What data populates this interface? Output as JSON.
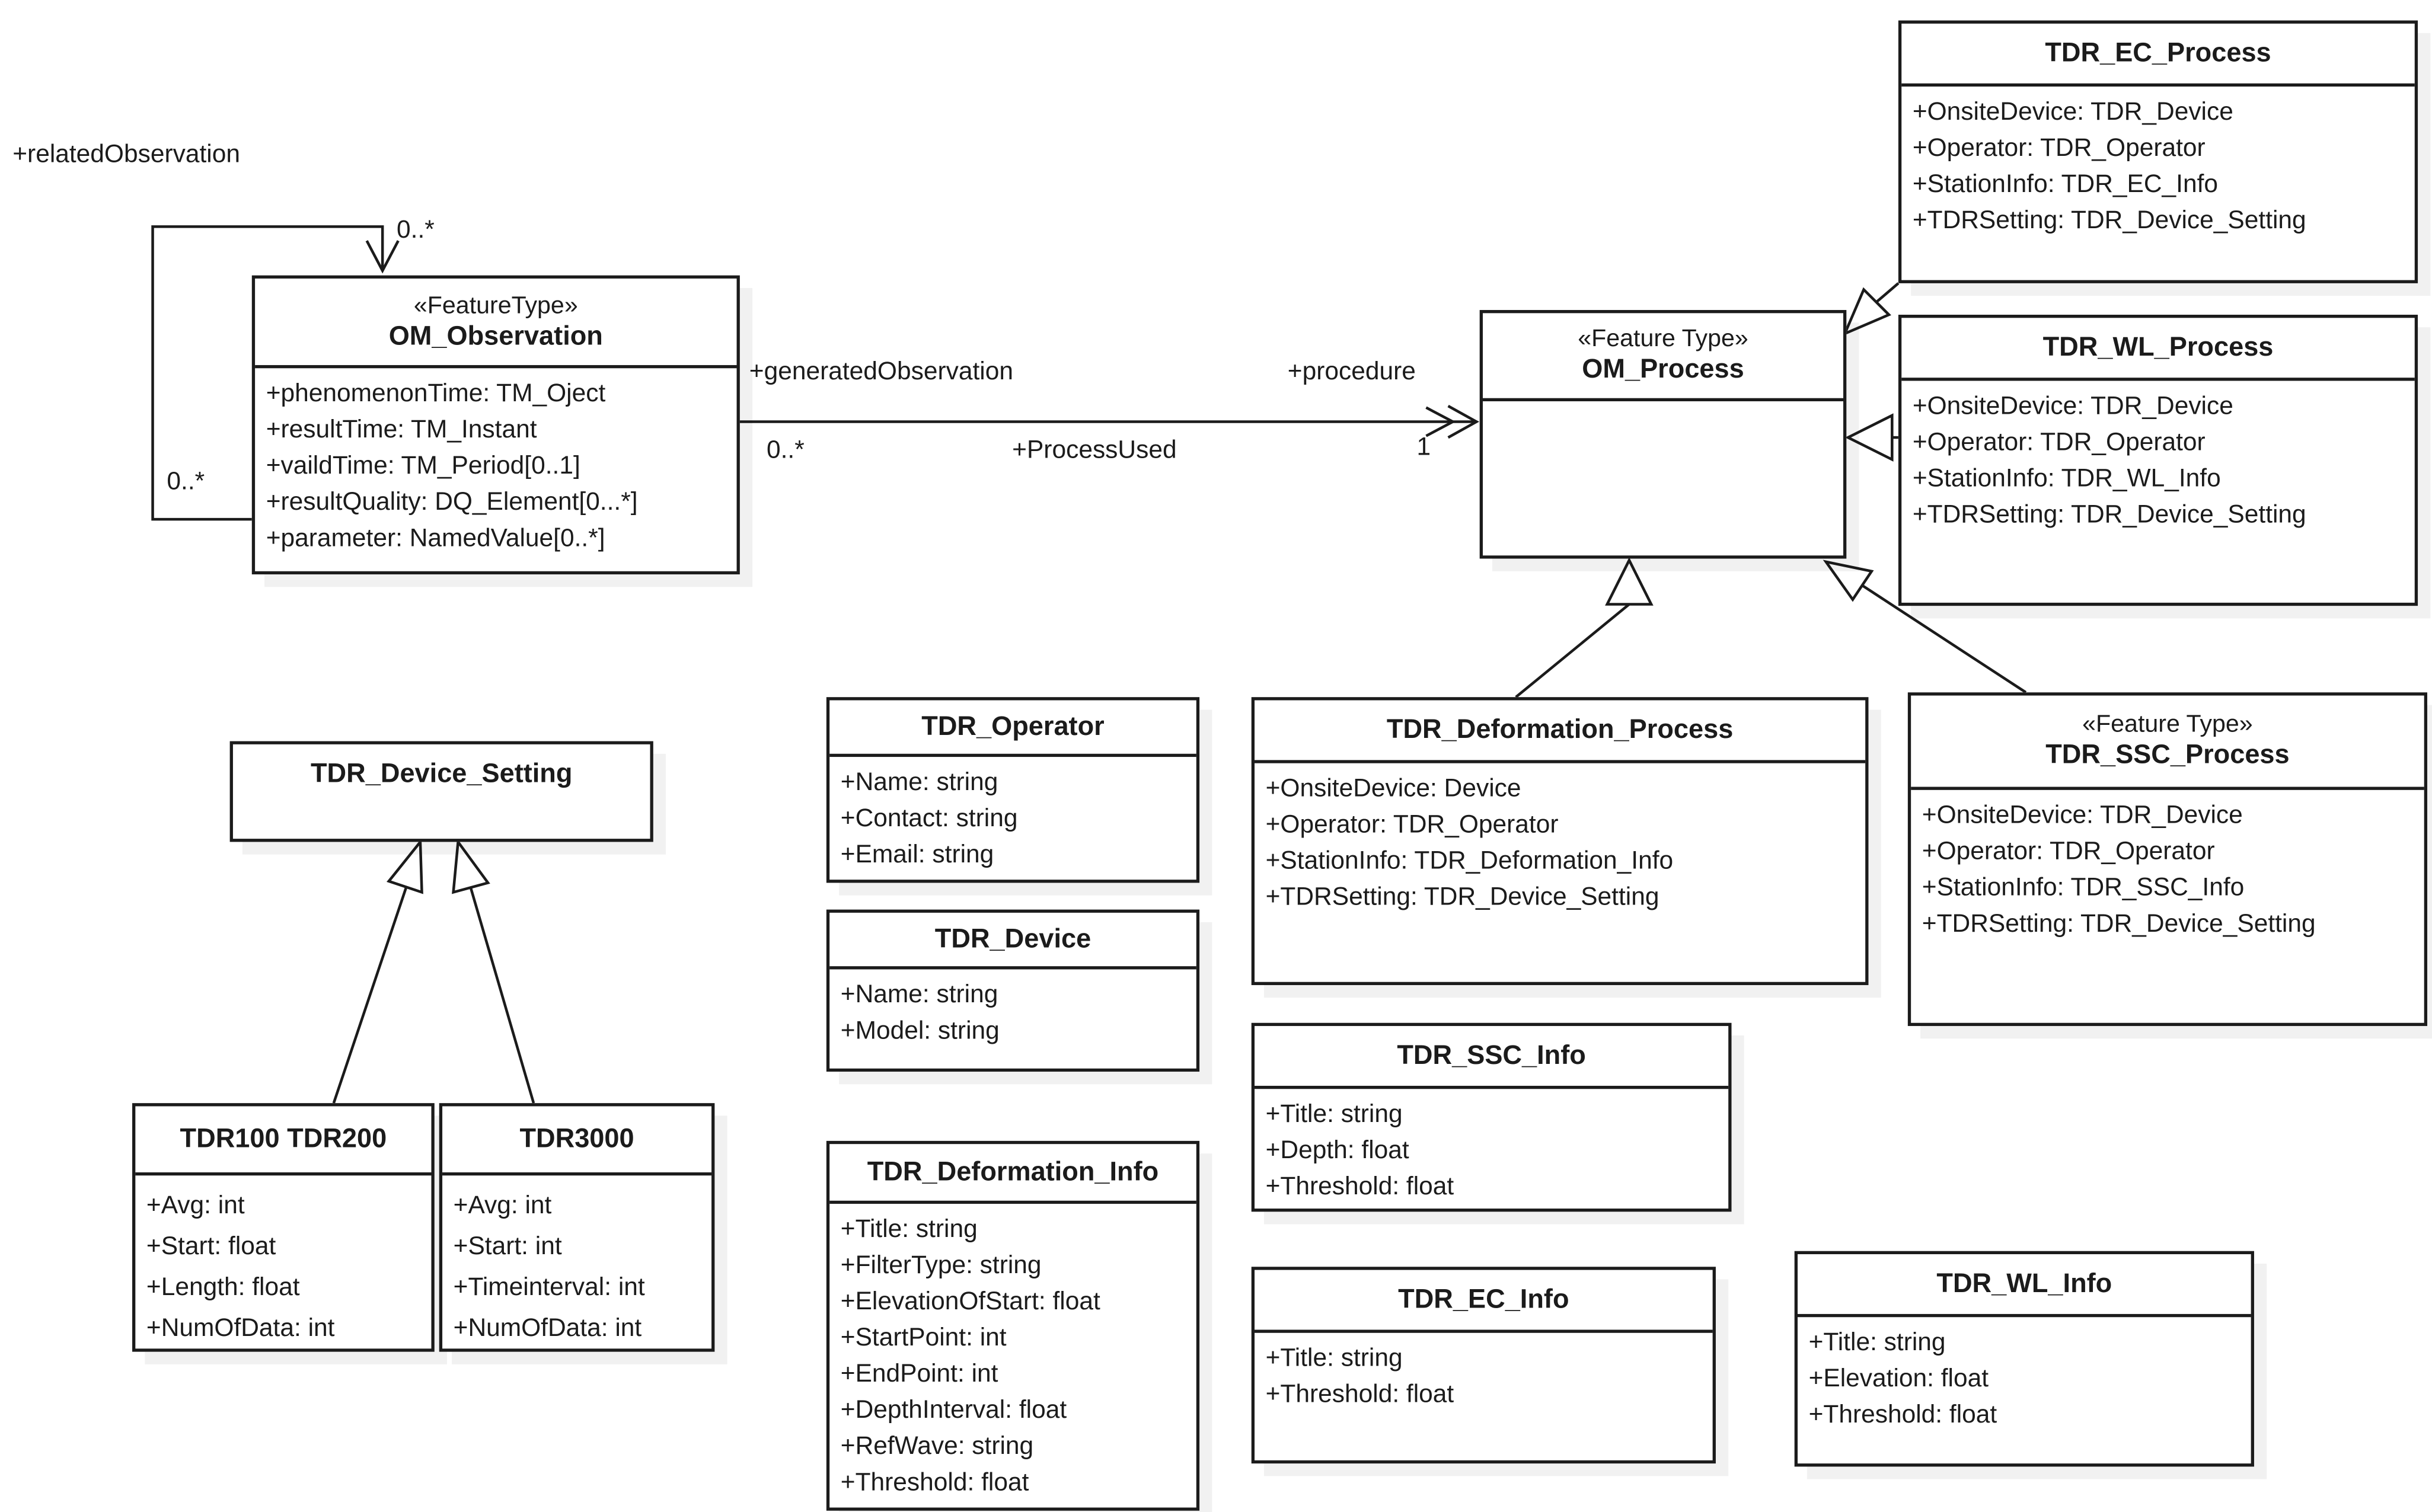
{
  "classes": {
    "om_observation": {
      "stereotype": "«FeatureType»",
      "name": "OM_Observation",
      "attributes": [
        "+phenomenonTime: TM_Oject",
        "+resultTime: TM_Instant",
        "+vaildTime: TM_Period[0..1]",
        "+resultQuality: DQ_Element[0...*]",
        "+parameter: NamedValue[0..*]"
      ]
    },
    "om_process": {
      "stereotype": "«Feature Type»",
      "name": "OM_Process",
      "attributes": []
    },
    "tdr_ec_process": {
      "name": "TDR_EC_Process",
      "attributes": [
        "+OnsiteDevice: TDR_Device",
        "+Operator: TDR_Operator",
        "+StationInfo: TDR_EC_Info",
        "+TDRSetting: TDR_Device_Setting"
      ]
    },
    "tdr_wl_process": {
      "name": "TDR_WL_Process",
      "attributes": [
        "+OnsiteDevice: TDR_Device",
        "+Operator: TDR_Operator",
        "+StationInfo: TDR_WL_Info",
        "+TDRSetting: TDR_Device_Setting"
      ]
    },
    "tdr_deformation_process": {
      "name": "TDR_Deformation_Process",
      "attributes": [
        "+OnsiteDevice: Device",
        "+Operator: TDR_Operator",
        "+StationInfo: TDR_Deformation_Info",
        "+TDRSetting: TDR_Device_Setting"
      ]
    },
    "tdr_ssc_process": {
      "stereotype": "«Feature Type»",
      "name": "TDR_SSC_Process",
      "attributes": [
        "+OnsiteDevice: TDR_Device",
        "+Operator: TDR_Operator",
        "+StationInfo: TDR_SSC_Info",
        "+TDRSetting: TDR_Device_Setting"
      ]
    },
    "tdr_operator": {
      "name": "TDR_Operator",
      "attributes": [
        "+Name: string",
        "+Contact: string",
        "+Email: string"
      ]
    },
    "tdr_device": {
      "name": "TDR_Device",
      "attributes": [
        "+Name: string",
        "+Model: string"
      ]
    },
    "tdr_device_setting": {
      "name": "TDR_Device_Setting",
      "attributes": []
    },
    "tdr100_tdr200": {
      "name": "TDR100 TDR200",
      "attributes": [
        "+Avg: int",
        "+Start: float",
        "+Length: float",
        "+NumOfData: int"
      ]
    },
    "tdr3000": {
      "name": "TDR3000",
      "attributes": [
        "+Avg: int",
        "+Start: int",
        "+Timeinterval: int",
        "+NumOfData: int"
      ]
    },
    "tdr_deformation_info": {
      "name": "TDR_Deformation_Info",
      "attributes": [
        "+Title: string",
        "+FilterType: string",
        "+ElevationOfStart: float",
        "+StartPoint: int",
        "+EndPoint: int",
        "+DepthInterval: float",
        "+RefWave: string",
        "+Threshold: float"
      ]
    },
    "tdr_ssc_info": {
      "name": "TDR_SSC_Info",
      "attributes": [
        "+Title: string",
        "+Depth: float",
        "+Threshold: float"
      ]
    },
    "tdr_ec_info": {
      "name": "TDR_EC_Info",
      "attributes": [
        "+Title: string",
        "+Threshold: float"
      ]
    },
    "tdr_wl_info": {
      "name": "TDR_WL_Info",
      "attributes": [
        "+Title: string",
        "+Elevation: float",
        "+Threshold: float"
      ]
    }
  },
  "labels": {
    "related_observation": "+relatedObservation",
    "related_target_mult": "0..*",
    "related_source_mult": "0..*",
    "generated_observation": "+generatedObservation",
    "generated_mult": "0..*",
    "procedure": "+procedure",
    "procedure_mult": "1",
    "process_used": "+ProcessUsed"
  }
}
